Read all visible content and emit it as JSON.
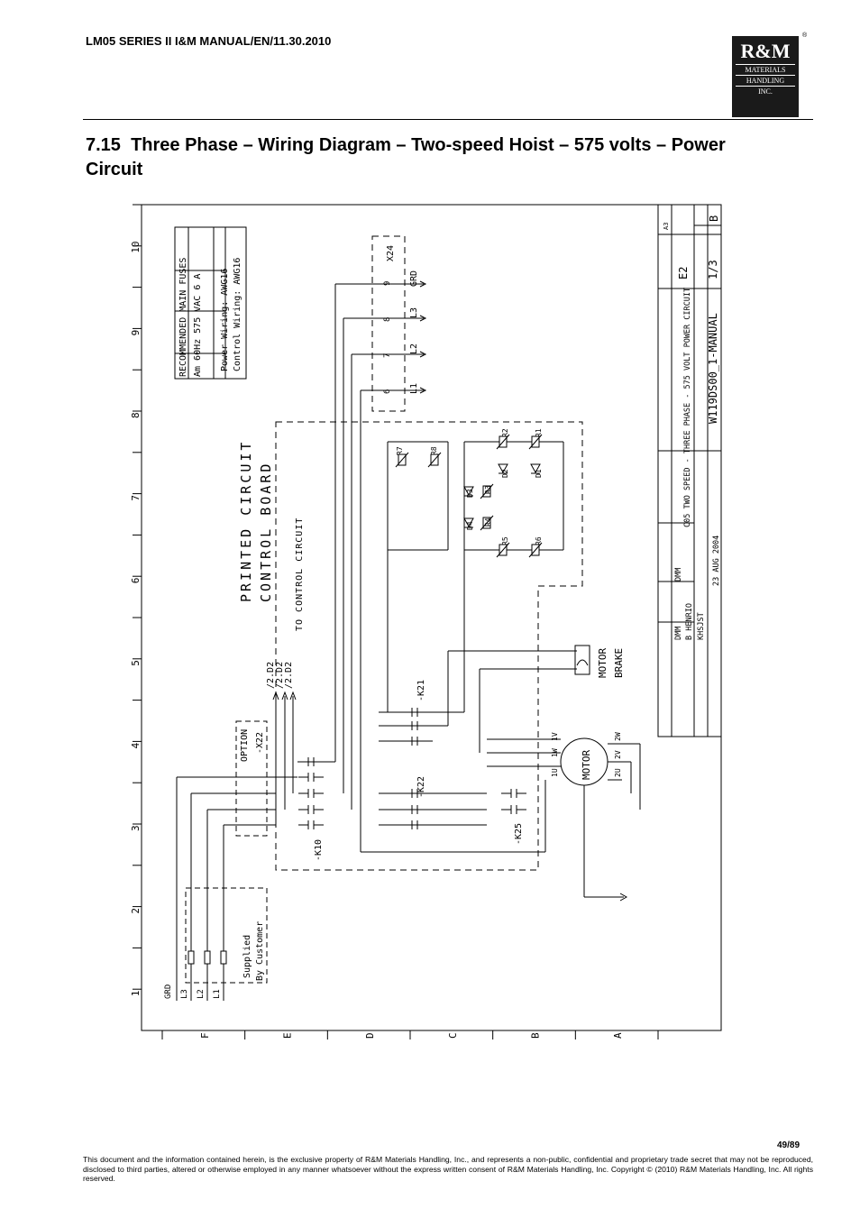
{
  "header": {
    "doc_id": "LM05 SERIES II I&M MANUAL/EN/11.30.2010"
  },
  "logo": {
    "mark": "R&M",
    "line1": "MATERIALS",
    "line2": "HANDLING",
    "line3": "INC.",
    "reg": "®"
  },
  "title": {
    "section": "7.15",
    "text": "Three Phase – Wiring Diagram – Two-speed Hoist – 575 volts – Power Circuit"
  },
  "diagram": {
    "col_numbers": [
      "1",
      "2",
      "3",
      "4",
      "5",
      "6",
      "7",
      "8",
      "9",
      "10"
    ],
    "row_letters": [
      "F",
      "E",
      "D",
      "C",
      "B",
      "A"
    ],
    "fuses_header": "RECOMMENDED MAIN FUSES",
    "fuses_row": "Am 60Hz 575 VAC 6 A",
    "power_wiring": "Power Wiring: AWG16",
    "control_wiring": "Control Wiring: AWG16",
    "pcb_line1": "PRINTED CIRCUIT",
    "pcb_line2": "CONTROL BOARD",
    "to_control": "TO CONTROL CIRCUIT",
    "feeds": [
      "/2.D2",
      "/2.D2",
      "/2.D2"
    ],
    "option_label": "OPTION",
    "x22": "-X22",
    "x24": "X24",
    "terminals_x24": [
      "6",
      "7",
      "8",
      "9"
    ],
    "x24_lines": [
      "L1",
      "L2",
      "L3",
      "GRD"
    ],
    "supply_lines": [
      "L1",
      "L2",
      "L3",
      "GRD"
    ],
    "supplied_line1": "Supplied",
    "supplied_line2": "By Customer",
    "contactors": [
      "-K10",
      "-K22",
      "-K21",
      "-K25"
    ],
    "motor": "MOTOR",
    "motor_terminals": [
      "1U",
      "1W",
      "1V",
      "2U",
      "2V",
      "2W"
    ],
    "motor_brake_1": "MOTOR",
    "motor_brake_2": "BRAKE",
    "components": [
      "R1",
      "R2",
      "R3",
      "R4",
      "R5",
      "R6",
      "R7",
      "R8",
      "D1",
      "D2",
      "D3",
      "D4"
    ],
    "title_block": {
      "size": "A3",
      "description": "C05 TWO SPEED - THREE PHASE - 575 VOLT POWER CIRCUIT",
      "drawing_no": "W119DS00_1-MANUAL",
      "sheet_code": "E2",
      "sheet": "1/3",
      "issue": "B",
      "drawn": "DMM",
      "checked": "DMM",
      "design": "B HENRIO",
      "approved": "KHSJST",
      "date": "23 AUG 2004"
    }
  },
  "page": {
    "number": "49/89"
  },
  "footer": {
    "text": "This document and the information contained herein, is the exclusive property of R&M Materials Handling, Inc., and represents a non-public, confidential and proprietary trade secret that may not be reproduced, disclosed to third parties, altered or otherwise employed in any manner whatsoever without the express written consent of R&M Materials Handling, Inc. Copyright © (2010) R&M Materials Handling, Inc.  All rights reserved."
  }
}
